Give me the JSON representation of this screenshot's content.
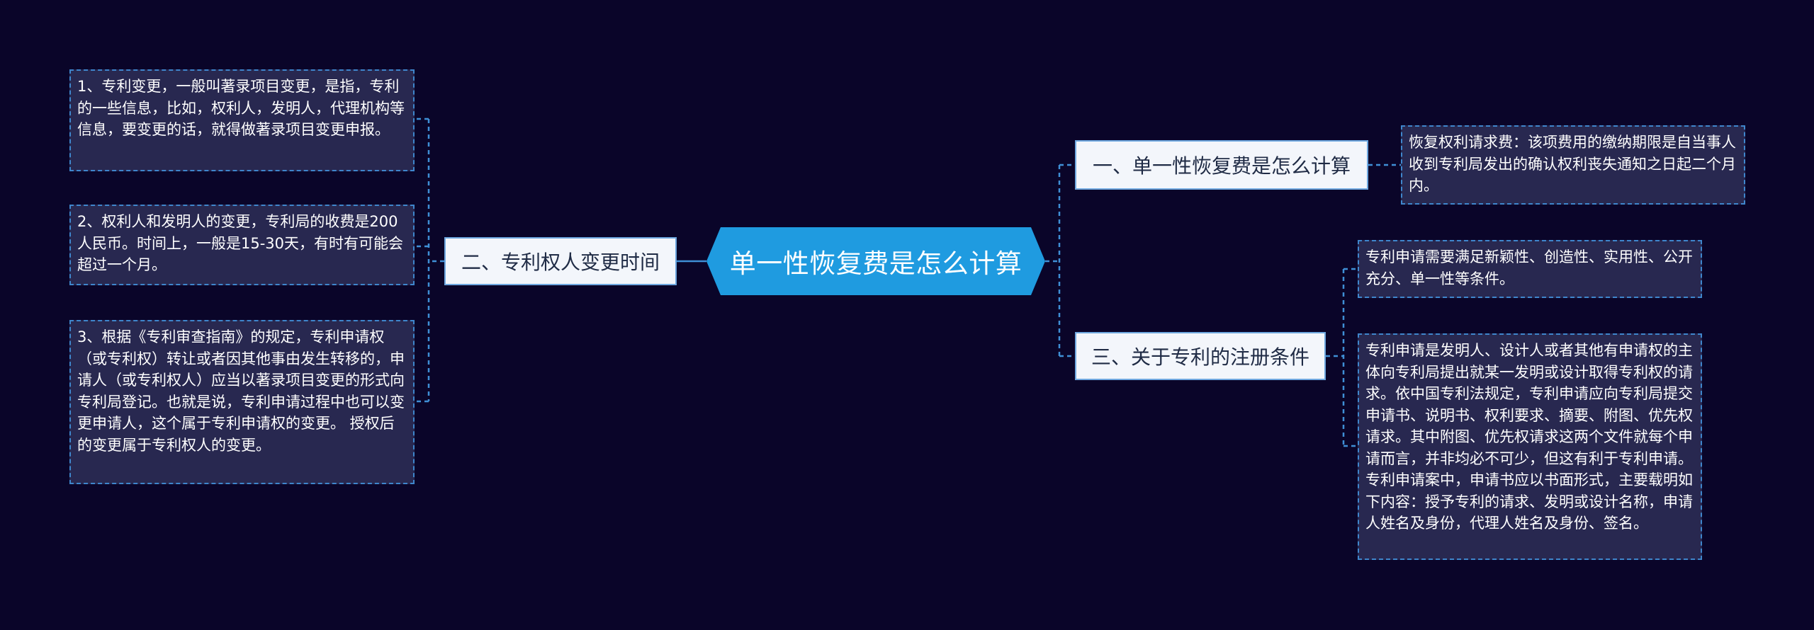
{
  "center": {
    "title": "单一性恢复费是怎么计算"
  },
  "branches": [
    {
      "label": "二、专利权人变更时间",
      "leaves": [
        "1、专利变更，一般叫著录项目变更，是指，专利的一些信息，比如，权利人，发明人，代理机构等信息，要变更的话，就得做著录项目变更申报。",
        "2、权利人和发明人的变更，专利局的收费是200人民币。时间上，一般是15-30天，有时有可能会超过一个月。",
        "3、根据《专利审查指南》的规定，专利申请权（或专利权）转让或者因其他事由发生转移的，申请人（或专利权人）应当以著录项目变更的形式向专利局登记。也就是说，专利申请过程中也可以变更申请人，这个属于专利申请权的变更。 授权后的变更属于专利权人的变更。"
      ]
    },
    {
      "label": "一、单一性恢复费是怎么计算",
      "leaves": [
        "恢复权利请求费：该项费用的缴纳期限是自当事人收到专利局发出的确认权利丧失通知之日起二个月内。"
      ]
    },
    {
      "label": "三、关于专利的注册条件",
      "leaves": [
        "专利申请需要满足新颖性、创造性、实用性、公开充分、单一性等条件。",
        "专利申请是发明人、设计人或者其他有申请权的主体向专利局提出就某一发明或设计取得专利权的请求。依中国专利法规定，专利申请应向专利局提交申请书、说明书、权利要求、摘要、附图、优先权请求。其中附图、优先权请求这两个文件就每个申请而言，并非均必不可少，但这有利于专利申请。专利申请案中，申请书应以书面形式，主要载明如下内容：授予专利的请求、发明或设计名称，申请人姓名及身份，代理人姓名及身份、签名。"
      ]
    }
  ],
  "colors": {
    "background": "#0a0529",
    "center_fill": "#1f9be0",
    "connector": "#3f8fd6",
    "leaf_fill": "#282850",
    "leaf_border": "#3f86cc",
    "branch_fill": "#f3f6fb"
  }
}
